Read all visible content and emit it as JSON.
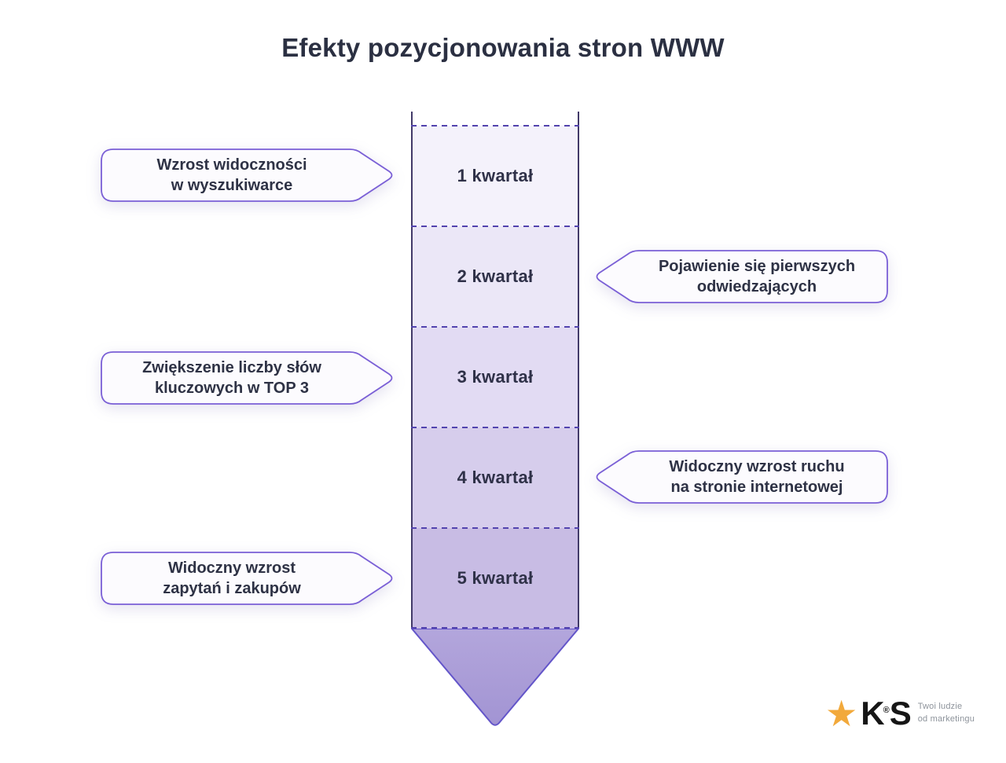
{
  "title": "Efekty pozycjonowania stron WWW",
  "funnel": {
    "segments": [
      {
        "label": "1 kwartał",
        "fill": "#f4f2fb"
      },
      {
        "label": "2 kwartał",
        "fill": "#ebe7f7"
      },
      {
        "label": "3 kwartał",
        "fill": "#e2dbf3"
      },
      {
        "label": "4 kwartał",
        "fill": "#d6cdec"
      },
      {
        "label": "5 kwartał",
        "fill": "#c8bce4"
      }
    ],
    "arrow_fill": "#a99cd8",
    "outline_color": "#423a69",
    "dash_color": "#5243ae"
  },
  "callouts": {
    "border_color": "#7a5fd6",
    "left": [
      {
        "line1": "Wzrost widoczności",
        "line2": "w wyszukiwarce"
      },
      {
        "line1": "Zwiększenie liczby słów",
        "line2": "kluczowych w TOP 3"
      },
      {
        "line1": "Widoczny wzrost",
        "line2": "zapytań i zakupów"
      }
    ],
    "right": [
      {
        "line1": "Pojawienie się pierwszych",
        "line2": "odwiedzających"
      },
      {
        "line1": "Widoczny wzrost ruchu",
        "line2": "na stronie internetowej"
      }
    ]
  },
  "logo": {
    "star": "★",
    "star_color": "#f2a93b",
    "brand_k": "K",
    "registered": "®",
    "brand_s": "S",
    "tagline_line1": "Twoi ludzie",
    "tagline_line2": "od marketingu"
  }
}
